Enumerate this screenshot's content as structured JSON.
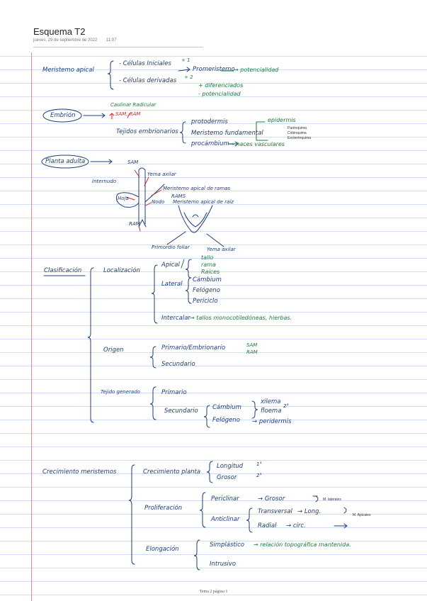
{
  "header": {
    "title": "Esquema T2",
    "date": "jueves, 29 de septiembre de 2022",
    "time": "11:07"
  },
  "footer": {
    "page_label": "Tema 2 página 1"
  },
  "notes": {
    "meristemo_apical": "Meristemo apical",
    "celulas_iniciales": "- Células Iniciales",
    "celulas_derivadas": "- Células derivadas",
    "mas_1": "+ 1",
    "mas_2": "+ 2",
    "promeristemo": "Promeristemo",
    "potencialidad_1": "→ potencialidad",
    "diferenciados": "+ diferenciados",
    "potencialidad_2": "- potencialidad",
    "embrion": "Embrión",
    "caulinar_radicular": "Caulinar Radicular",
    "sam_ram": "SAM, RAM",
    "tejidos_embrionarios": "Tejidos embrionarios",
    "protodermis": "protodermis",
    "meristemo_fundamental": "Meristemo fundamental",
    "procambium": "procámbium",
    "epidermis": "epidermis",
    "parenquima": "Parénquima",
    "colenquima": "Colénquima",
    "esclerenquima": "Esclerénquima",
    "haces_vasculares": "→ haces vasculares",
    "planta_adulta": "Planta adulta",
    "sam": "SAM",
    "yema_axilar_1": "Yema axilar",
    "internudo": "Internudo",
    "hoja": "Hoja",
    "meristemo_ramas": "Meristemo apical de ramas",
    "ramas": "RAMS",
    "nodo": "Nodo",
    "meristemo_raiz": "Meristemo apical de raíz",
    "ram": "RAM",
    "primordio_foliar": "Primordio foliar",
    "yema_axilar_2": "Yema axilar",
    "clasificacion": "Clasificación",
    "localizacion": "Localización",
    "apical": "Apical",
    "tallo": "tallo",
    "rama": "rama",
    "raices": "Raíces",
    "lateral": "Lateral",
    "cambium_1": "Cámbium",
    "felogeno_1": "Felógeno",
    "periciclo": "Periciclo",
    "intercalar": "Intercalar",
    "intercalar_nota": "→ tallos monocotiledóneas, hierbas.",
    "origen": "Origen",
    "primario_embrionario": "Primario/Embrionario",
    "sam_2": "SAM",
    "ram_2": "RAM",
    "secundario_1": "Secundario",
    "tejido_generado": "Tejido generado",
    "primario": "Primario",
    "secundario_2": "Secundario",
    "cambium_2": "Cámbium",
    "felogeno_2": "Felógeno",
    "xilema": "xilema",
    "floema": "floema",
    "dos_sup": "2°",
    "peridermis": "→ peridermis",
    "crecimiento_meristemos": "Crecimiento meristemos",
    "crecimiento_planta": "Crecimiento planta",
    "longitud": "Longitud",
    "grosor": "Grosor",
    "uno_a": "1°",
    "dos_a": "2°",
    "proliferacion": "Proliferación",
    "periclinar": "Periclinar",
    "grosor_flecha": "→ Grosor",
    "m_laterales": "M. laterales",
    "anticlinar": "Anticlinar",
    "transversal": "Transversal",
    "long": "→ Long.",
    "m_apicales": "M. Apicales",
    "radial": "Radial",
    "circ": "→ circ.",
    "elongacion": "Elongación",
    "simplastico": "Simplástico",
    "simplastico_nota": "→ relación topográfica mantenida.",
    "intrusivo": "Intrusivo"
  }
}
